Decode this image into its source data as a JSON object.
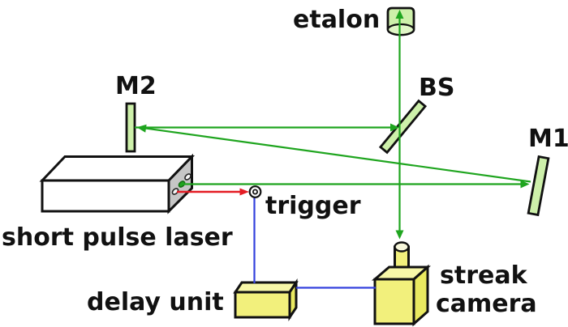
{
  "diagram": {
    "type": "optical-setup-schematic",
    "labels": {
      "etalon": "etalon",
      "m2": "M2",
      "bs": "BS",
      "m1": "M1",
      "laser": "short pulse laser",
      "trigger": "trigger",
      "delay_unit": "delay unit",
      "streak_camera_line1": "streak",
      "streak_camera_line2": "camera"
    },
    "components": [
      {
        "id": "short-pulse-laser",
        "label": "short pulse laser",
        "kind": "laser source"
      },
      {
        "id": "m1",
        "label": "M1",
        "kind": "mirror"
      },
      {
        "id": "m2",
        "label": "M2",
        "kind": "mirror"
      },
      {
        "id": "bs",
        "label": "BS",
        "kind": "beam splitter"
      },
      {
        "id": "etalon",
        "label": "etalon",
        "kind": "etalon"
      },
      {
        "id": "trigger",
        "label": "trigger",
        "kind": "trigger connector"
      },
      {
        "id": "delay-unit",
        "label": "delay unit",
        "kind": "electronics box"
      },
      {
        "id": "streak-camera",
        "label": "streak camera",
        "kind": "detector"
      }
    ],
    "connections": {
      "beams_green": [
        "short pulse laser -> M1",
        "M1 -> M2",
        "M2 -> BS",
        "BS -> etalon",
        "BS -> streak camera"
      ],
      "trigger_red": [
        "short pulse laser -> trigger"
      ],
      "signals_blue": [
        "trigger -> delay unit",
        "delay unit -> streak camera"
      ]
    },
    "colors": {
      "beam_green": "#1fa51f",
      "optic_fill": "#cdf0aa",
      "optic_fill_light": "#e0f6c6",
      "outline": "#111111",
      "yellow_front": "#f2f07c",
      "yellow_top": "#f7f7a8",
      "yellow_side": "#e9e960",
      "pale_yellow": "#f8f8dc",
      "laser_gray": "#c6c6c6",
      "signal_blue": "#3340dd",
      "trigger_red": "#e41c24",
      "background": "#ffffff"
    }
  }
}
